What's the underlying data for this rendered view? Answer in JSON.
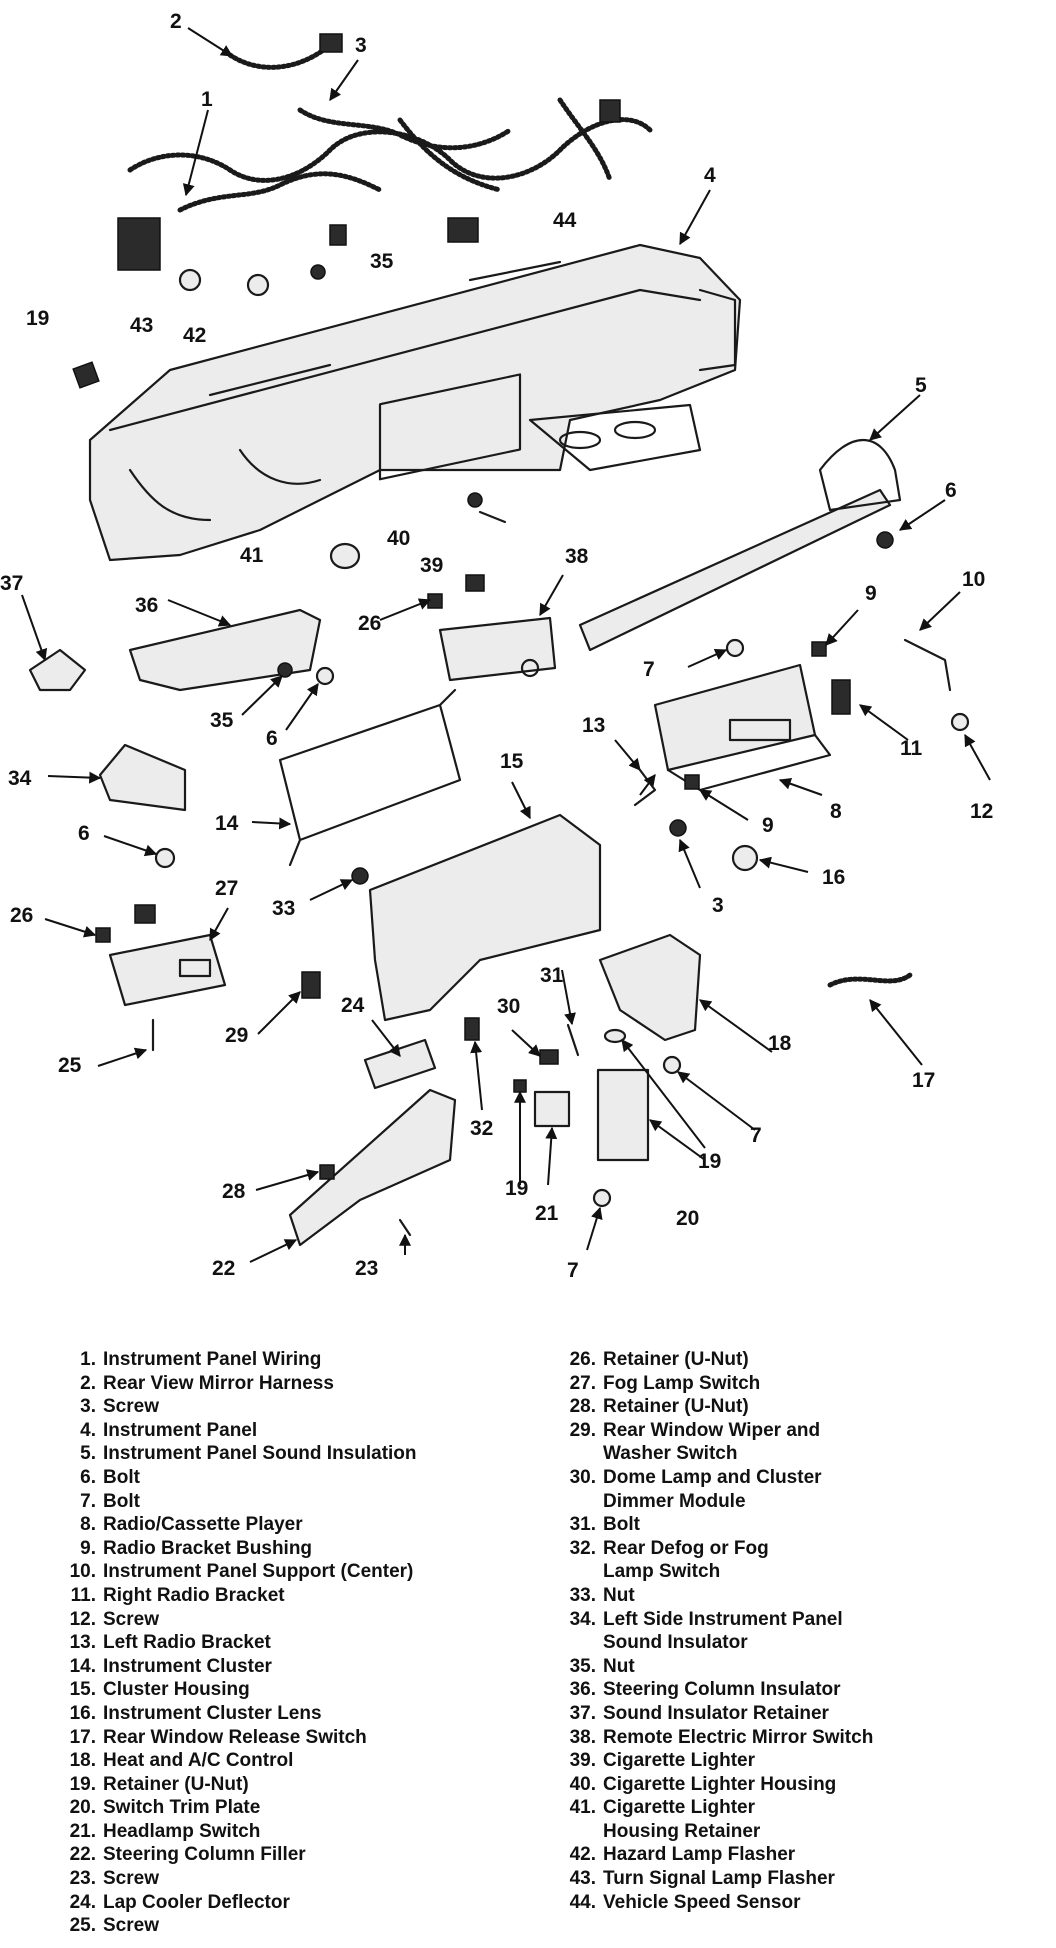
{
  "callouts": [
    "1",
    "2",
    "3",
    "4",
    "5",
    "6",
    "7",
    "8",
    "9",
    "10",
    "11",
    "12",
    "13",
    "14",
    "15",
    "16",
    "17",
    "18",
    "19",
    "20",
    "21",
    "22",
    "23",
    "24",
    "25",
    "26",
    "27",
    "28",
    "29",
    "30",
    "31",
    "32",
    "33",
    "34",
    "35",
    "36",
    "37",
    "38",
    "39",
    "40",
    "41",
    "42",
    "43",
    "44"
  ],
  "legend_left": [
    {
      "num": "1.",
      "label": "Instrument Panel Wiring"
    },
    {
      "num": "2.",
      "label": "Rear View Mirror Harness"
    },
    {
      "num": "3.",
      "label": "Screw"
    },
    {
      "num": "4.",
      "label": "Instrument Panel"
    },
    {
      "num": "5.",
      "label": "Instrument Panel Sound Insulation"
    },
    {
      "num": "6.",
      "label": "Bolt"
    },
    {
      "num": "7.",
      "label": "Bolt"
    },
    {
      "num": "8.",
      "label": "Radio/Cassette Player"
    },
    {
      "num": "9.",
      "label": "Radio Bracket Bushing"
    },
    {
      "num": "10.",
      "label": "Instrument Panel Support (Center)"
    },
    {
      "num": "11.",
      "label": "Right Radio Bracket"
    },
    {
      "num": "12.",
      "label": "Screw"
    },
    {
      "num": "13.",
      "label": "Left Radio Bracket"
    },
    {
      "num": "14.",
      "label": "Instrument Cluster"
    },
    {
      "num": "15.",
      "label": "Cluster Housing"
    },
    {
      "num": "16.",
      "label": "Instrument Cluster Lens"
    },
    {
      "num": "17.",
      "label": "Rear Window Release Switch"
    },
    {
      "num": "18.",
      "label": "Heat and A/C Control"
    },
    {
      "num": "19.",
      "label": "Retainer (U-Nut)"
    },
    {
      "num": "20.",
      "label": "Switch Trim Plate"
    },
    {
      "num": "21.",
      "label": "Headlamp Switch"
    },
    {
      "num": "22.",
      "label": "Steering Column Filler"
    },
    {
      "num": "23.",
      "label": "Screw"
    },
    {
      "num": "24.",
      "label": "Lap Cooler Deflector"
    },
    {
      "num": "25.",
      "label": "Screw"
    }
  ],
  "legend_right": [
    {
      "num": "26.",
      "label": "Retainer (U-Nut)"
    },
    {
      "num": "27.",
      "label": "Fog Lamp Switch"
    },
    {
      "num": "28.",
      "label": "Retainer (U-Nut)"
    },
    {
      "num": "29.",
      "label": "Rear Window Wiper and\nWasher Switch"
    },
    {
      "num": "30.",
      "label": "Dome Lamp and Cluster\nDimmer Module"
    },
    {
      "num": "31.",
      "label": "Bolt"
    },
    {
      "num": "32.",
      "label": "Rear Defog or Fog\nLamp Switch"
    },
    {
      "num": "33.",
      "label": "Nut"
    },
    {
      "num": "34.",
      "label": "Left Side Instrument Panel\nSound Insulator"
    },
    {
      "num": "35.",
      "label": "Nut"
    },
    {
      "num": "36.",
      "label": "Steering Column Insulator"
    },
    {
      "num": "37.",
      "label": "Sound Insulator Retainer"
    },
    {
      "num": "38.",
      "label": "Remote Electric Mirror Switch"
    },
    {
      "num": "39.",
      "label": "Cigarette Lighter"
    },
    {
      "num": "40.",
      "label": "Cigarette Lighter Housing"
    },
    {
      "num": "41.",
      "label": "Cigarette Lighter\nHousing Retainer"
    },
    {
      "num": "42.",
      "label": "Hazard Lamp Flasher"
    },
    {
      "num": "43.",
      "label": "Turn Signal Lamp Flasher"
    },
    {
      "num": "44.",
      "label": "Vehicle Speed Sensor"
    }
  ]
}
